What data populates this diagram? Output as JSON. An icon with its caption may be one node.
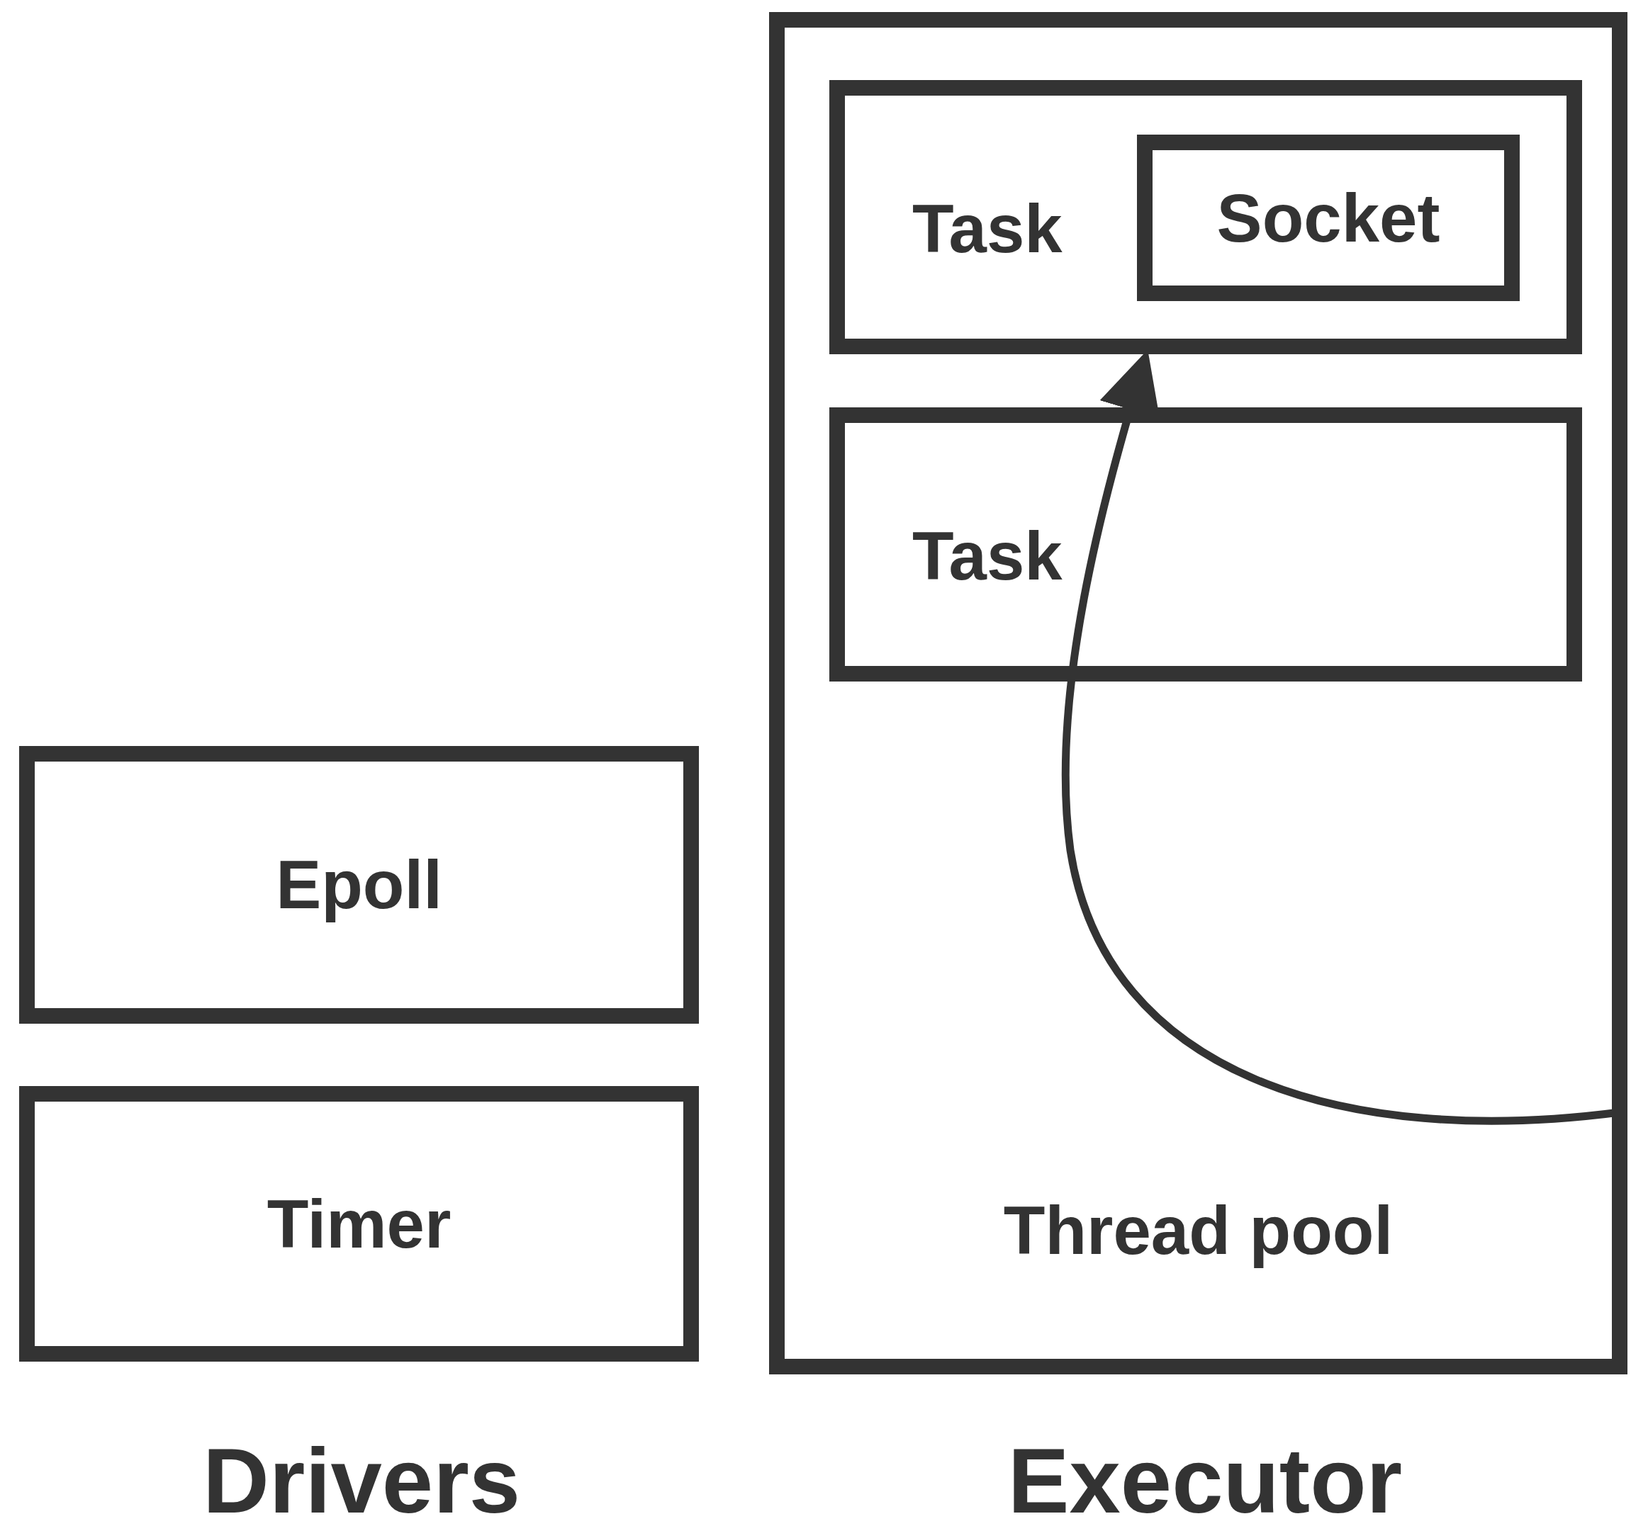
{
  "diagram": {
    "nodes": [
      {
        "text": [
          "Thread pool"
        ]
      },
      {
        "text": [
          "Task"
        ],
        "in": 0
      },
      {
        "text": [
          "Socket"
        ],
        "in": 1
      },
      {
        "text": [
          "Task"
        ],
        "in": 0
      },
      {
        "text": [
          "Epoll"
        ]
      },
      {
        "text": [
          "Timer"
        ]
      }
    ],
    "edges": [
      {
        "from": null,
        "to": 1,
        "arrow": "to"
      }
    ],
    "labels": [
      "Drivers",
      "Executor"
    ]
  }
}
